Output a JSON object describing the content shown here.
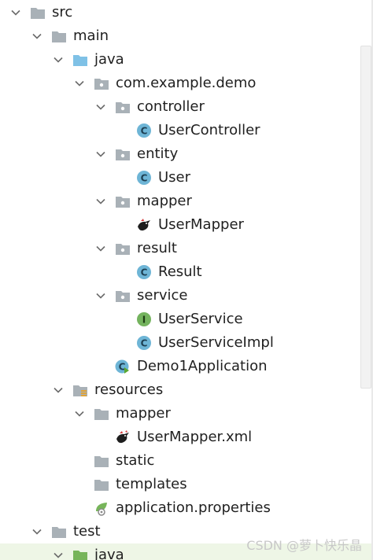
{
  "tree": [
    {
      "label": "src",
      "depth": 0,
      "icon": "folder-icon",
      "expanded": true
    },
    {
      "label": "main",
      "depth": 1,
      "icon": "folder-icon",
      "expanded": true
    },
    {
      "label": "java",
      "depth": 2,
      "icon": "source-folder-icon",
      "expanded": true
    },
    {
      "label": "com.example.demo",
      "depth": 3,
      "icon": "package-icon",
      "expanded": true
    },
    {
      "label": "controller",
      "depth": 4,
      "icon": "package-icon",
      "expanded": true
    },
    {
      "label": "UserController",
      "depth": 5,
      "icon": "class-icon"
    },
    {
      "label": "entity",
      "depth": 4,
      "icon": "package-icon",
      "expanded": true
    },
    {
      "label": "User",
      "depth": 5,
      "icon": "class-icon"
    },
    {
      "label": "mapper",
      "depth": 4,
      "icon": "package-icon",
      "expanded": true
    },
    {
      "label": "UserMapper",
      "depth": 5,
      "icon": "mybatis-bird-icon"
    },
    {
      "label": "result",
      "depth": 4,
      "icon": "package-icon",
      "expanded": true
    },
    {
      "label": "Result",
      "depth": 5,
      "icon": "class-icon"
    },
    {
      "label": "service",
      "depth": 4,
      "icon": "package-icon",
      "expanded": true
    },
    {
      "label": "UserService",
      "depth": 5,
      "icon": "interface-icon"
    },
    {
      "label": "UserServiceImpl",
      "depth": 5,
      "icon": "class-icon"
    },
    {
      "label": "Demo1Application",
      "depth": 4,
      "icon": "spring-boot-app-icon"
    },
    {
      "label": "resources",
      "depth": 2,
      "icon": "resources-folder-icon",
      "expanded": true
    },
    {
      "label": "mapper",
      "depth": 3,
      "icon": "folder-icon",
      "expanded": true
    },
    {
      "label": "UserMapper.xml",
      "depth": 4,
      "icon": "mybatis-xml-icon"
    },
    {
      "label": "static",
      "depth": 3,
      "icon": "folder-icon"
    },
    {
      "label": "templates",
      "depth": 3,
      "icon": "folder-icon"
    },
    {
      "label": "application.properties",
      "depth": 3,
      "icon": "spring-properties-icon"
    },
    {
      "label": "test",
      "depth": 1,
      "icon": "folder-icon",
      "expanded": true
    },
    {
      "label": "java",
      "depth": 2,
      "icon": "test-source-folder-icon",
      "expanded": true,
      "highlighted": true
    }
  ],
  "watermark": "CSDN @萝卜快乐晶",
  "colors": {
    "folder": "#a9b1b7",
    "source_folder": "#7fc1e6",
    "test_folder": "#77b55a",
    "class": "#6eb5d6",
    "interface": "#74b35e",
    "highlight_row": "#eef6e6"
  }
}
